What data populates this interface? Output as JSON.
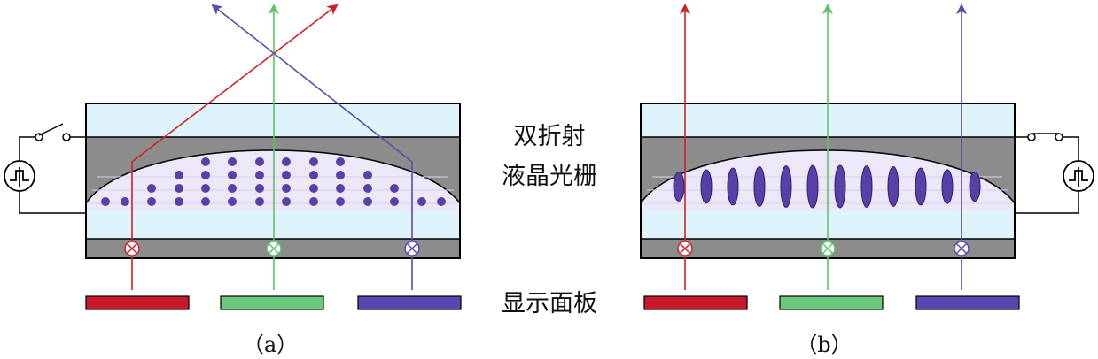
{
  "labels": {
    "grating_line1": "双折射",
    "grating_line2": "液晶光栅",
    "display_panel": "显示面板",
    "sub_a": "（a）",
    "sub_b": "（b）"
  },
  "colors": {
    "red": "#cc2229",
    "green": "#5cc46a",
    "blue": "#5a4bb0",
    "glass": "#dff3fb",
    "gray": "#8c8c8c",
    "lc_fill": "#ece8f7",
    "molecule": "#5a3fa8",
    "red_bar": "#c8182a",
    "green_bar": "#6cc87a",
    "blue_bar": "#5546b0"
  },
  "icons": {
    "power_source": "ac-source-icon",
    "switch": "switch-icon",
    "polarization_mark": "cross-circle-icon"
  },
  "states": {
    "a": {
      "switch": "open",
      "molecules": "dots",
      "light_paths": "deflected"
    },
    "b": {
      "switch": "closed",
      "molecules": "ellipses",
      "light_paths": "straight"
    }
  }
}
